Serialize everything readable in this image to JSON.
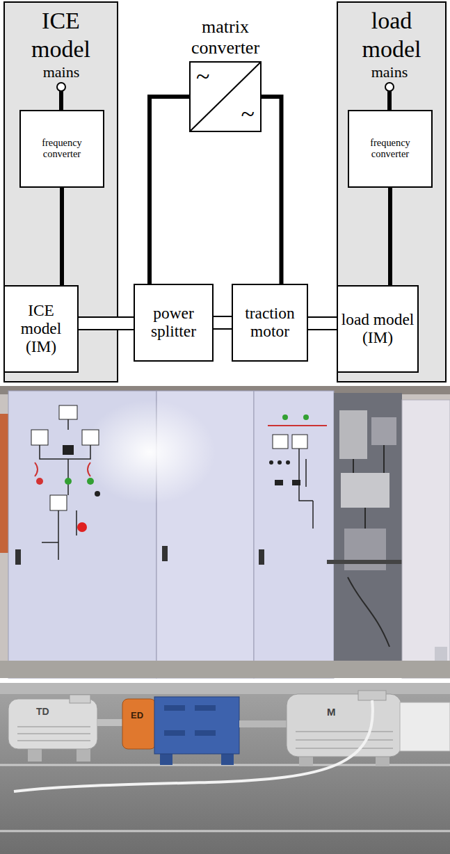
{
  "diagram": {
    "nodes": [
      {
        "text": [
          "ICE model"
        ]
      },
      {
        "text": [
          "frequency converter"
        ],
        "in": 0
      },
      {
        "text": [
          "ICE model (IM)"
        ],
        "in": 0
      },
      {
        "text": [
          "matrix converter",
          "~",
          "~"
        ]
      },
      {
        "text": [
          "power splitter"
        ]
      },
      {
        "text": [
          "traction motor"
        ]
      },
      {
        "text": [
          "load model"
        ]
      },
      {
        "text": [
          "frequency converter"
        ],
        "in": 6
      },
      {
        "text": [
          "load model (IM)"
        ],
        "in": 6
      }
    ],
    "edges": [
      {
        "from": 1,
        "to": 2,
        "arrow": "none"
      },
      {
        "from": 7,
        "to": 8,
        "arrow": "none"
      },
      {
        "from": 3,
        "to": 4,
        "arrow": "none"
      },
      {
        "from": 3,
        "to": 5,
        "arrow": "none"
      },
      {
        "from": 2,
        "to": 4,
        "arrow": "none"
      },
      {
        "from": 4,
        "to": 5,
        "arrow": "none"
      },
      {
        "from": 5,
        "to": 8,
        "arrow": "none"
      }
    ],
    "labels": [
      "mains",
      "mains",
      "TD",
      "ED",
      "M"
    ]
  }
}
